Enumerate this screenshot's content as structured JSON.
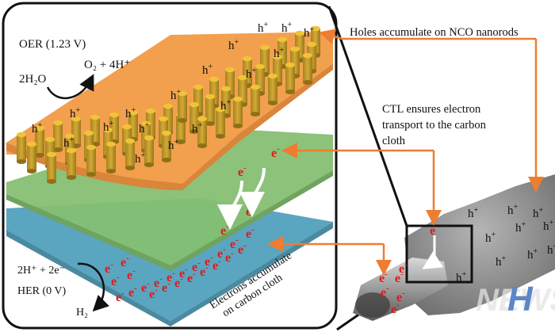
{
  "colors": {
    "nco_layer": "#f2a04e",
    "nco_layer_edge": "#d9853a",
    "nanorod_body": "#c9a230",
    "nanorod_top": "#f0c338",
    "ctl_layer": "#86bf72",
    "ctl_layer_edge": "#6fa35e",
    "carbon_cloth": "#5aa5bf",
    "carbon_cloth_edge": "#4a8aa0",
    "electron": "#e01b1b",
    "arrow": "#ee7d31",
    "sem_gray": "#8d8d8d",
    "watermark_blue": "#5b86c8"
  },
  "reactions": {
    "oer_label": "OER (1.23 V)",
    "oer_reactant": "2H₂O",
    "oer_product": "O₂ + 4H⁺",
    "her_reactant": "2H⁺ + 2e⁻",
    "her_label": "HER (0 V)",
    "her_product": "H₂"
  },
  "callouts": {
    "holes": "Holes accumulate on NCO nanorods",
    "ctl_line1": "CTL ensures electron",
    "ctl_line2": "transport to the carbon",
    "ctl_line3": "cloth",
    "electrons_line1": "Electrons accumulate",
    "electrons_line2": "on carbon cloth"
  },
  "symbols": {
    "hole": "h",
    "hole_sup": "+",
    "electron": "e",
    "electron_sup": "-"
  },
  "watermark": {
    "text_gray": "NEWS",
    "text_blue": "H"
  }
}
